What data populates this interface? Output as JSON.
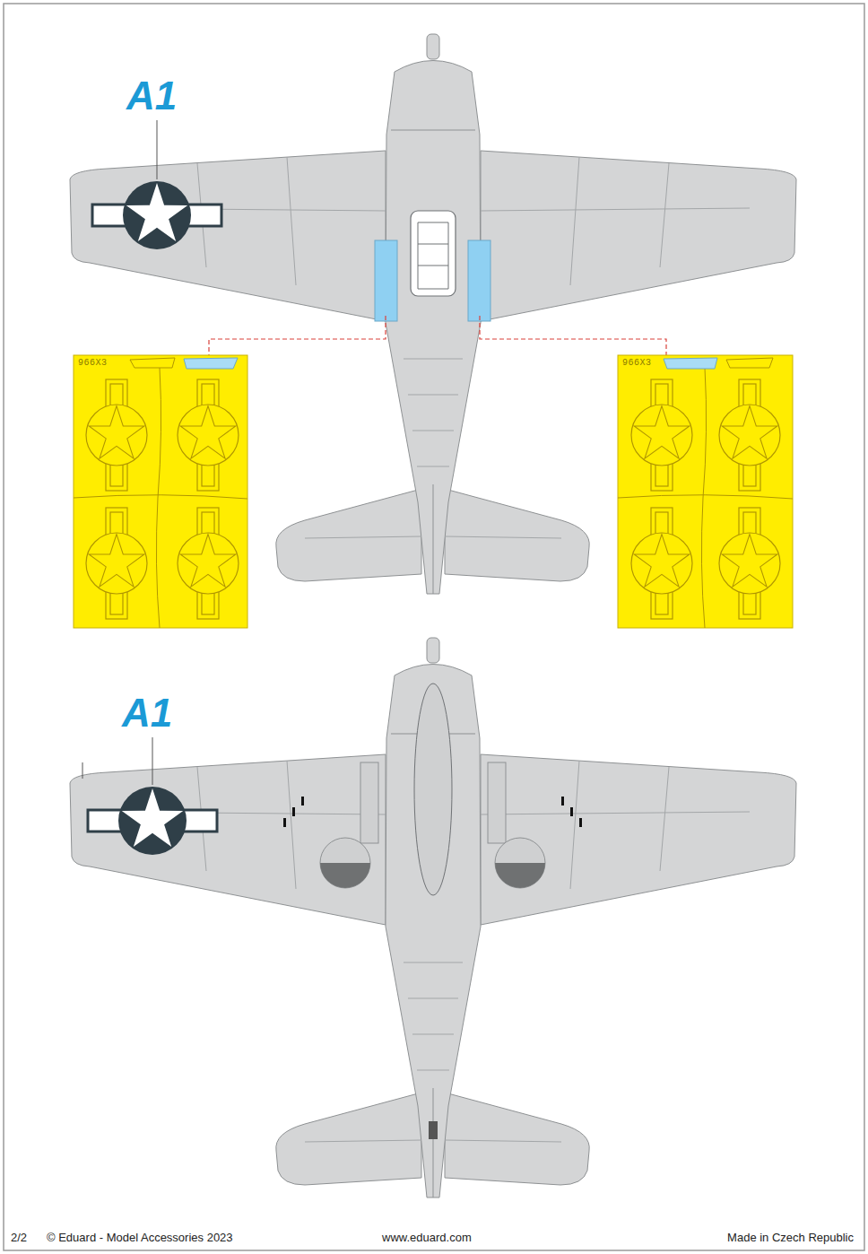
{
  "diagram": {
    "nodes": [
      {
        "text": [
          "966X3"
        ]
      },
      {
        "text": [
          "966X3"
        ]
      }
    ],
    "labels": [
      "A1",
      "A1",
      "2/2",
      "© Eduard - Model Accessories 2023",
      "www.eduard.com",
      "Made in Czech Republic"
    ]
  }
}
